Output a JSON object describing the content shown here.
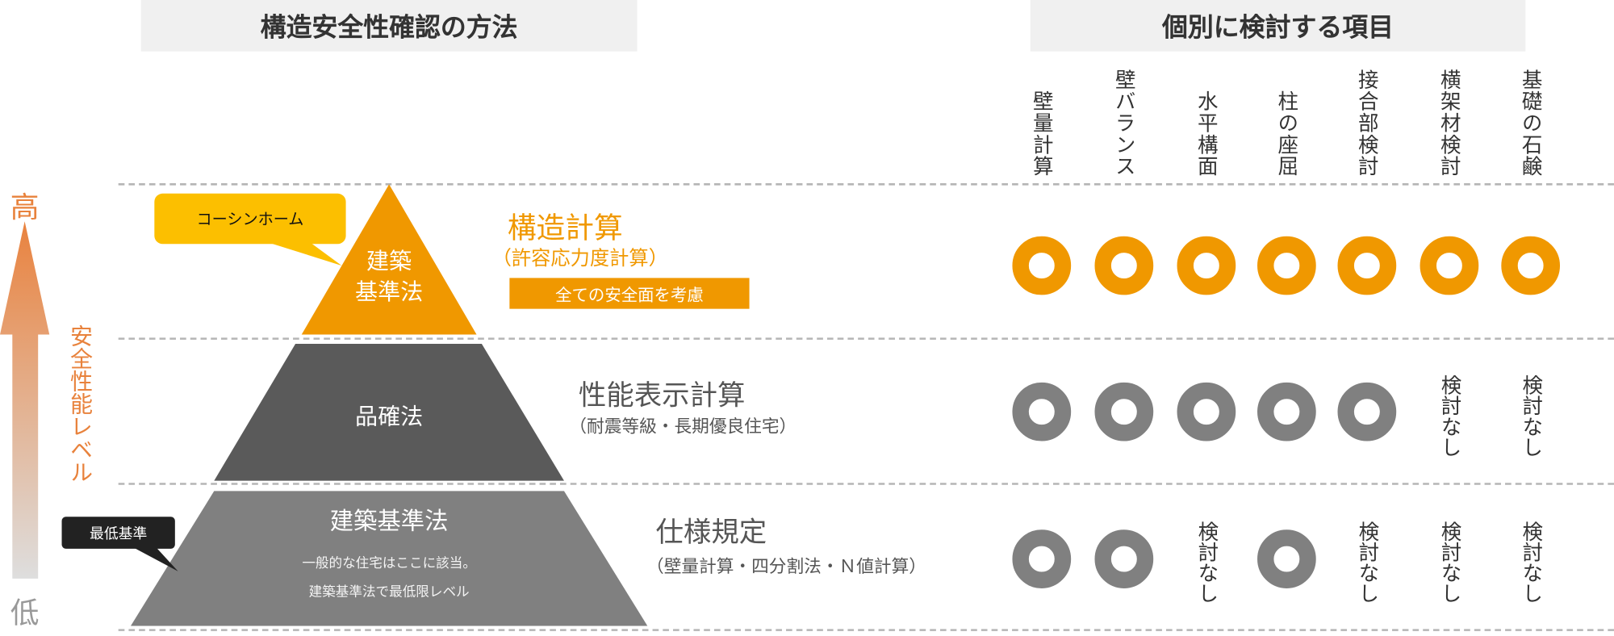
{
  "headers": {
    "method": "構造安全性確認の方法",
    "items": "個別に検討する項目"
  },
  "axis": {
    "high": "高",
    "low": "低",
    "label": "安全性能レベル"
  },
  "colors": {
    "orange": "#f09800",
    "gray_dark": "#5a5a5a",
    "gray": "#808080",
    "callout_yellow": "#fcbf00",
    "callout_black": "#222222"
  },
  "pyramid": {
    "top": {
      "label_line1": "建築",
      "label_line2": "基準法",
      "callout": "コーシンホーム",
      "method": "構造計算",
      "method_sub": "（許容応力度計算）",
      "badge": "全ての安全面を考慮"
    },
    "middle": {
      "label": "品確法",
      "method": "性能表示計算",
      "method_sub": "（耐震等級・長期優良住宅）"
    },
    "bottom": {
      "label": "建築基準法",
      "desc_line1": "一般的な住宅はここに該当。",
      "desc_line2": "建築基準法で最低限レベル",
      "callout": "最低基準",
      "method": "仕様規定",
      "method_sub": "（壁量計算・四分割法・Ｎ値計算）"
    }
  },
  "columns": [
    "壁量計算",
    "壁バランス",
    "水平構面",
    "柱の座屈",
    "接合部検討",
    "横架材検討",
    "基礎の石鹸"
  ],
  "not_checked_label": "検討なし",
  "rows": [
    {
      "level": "構造計算",
      "color": "#f09800",
      "cells": [
        "circle",
        "circle",
        "circle",
        "circle",
        "circle",
        "circle",
        "circle"
      ]
    },
    {
      "level": "性能表示計算",
      "color": "#808080",
      "cells": [
        "circle",
        "circle",
        "circle",
        "circle",
        "circle",
        "none",
        "none"
      ]
    },
    {
      "level": "仕様規定",
      "color": "#808080",
      "cells": [
        "circle",
        "circle",
        "none",
        "circle",
        "none",
        "none",
        "none"
      ]
    }
  ]
}
